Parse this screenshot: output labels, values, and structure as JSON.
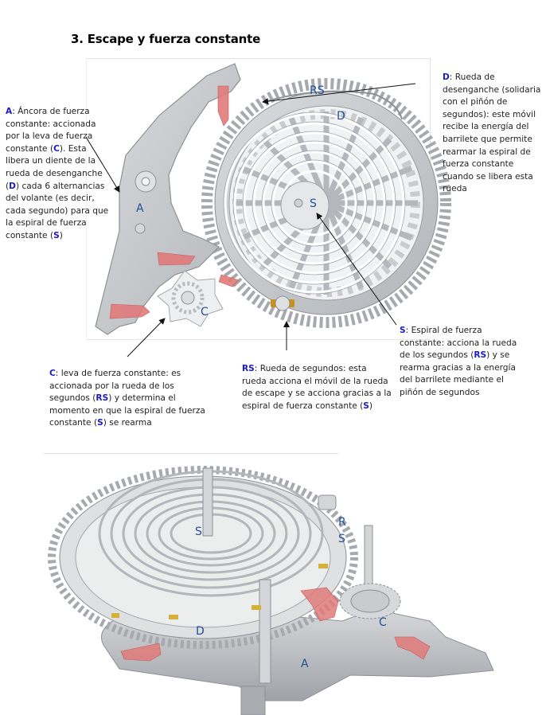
{
  "title": "3. Escape y fuerza constante",
  "diagram_labels": {
    "top": {
      "A": "A",
      "C": "C",
      "S": "S",
      "D": "D",
      "RS": "RS"
    },
    "bottom": {
      "S": "S",
      "R": "R",
      "S2": "S",
      "D": "D",
      "A": "A",
      "C": "C"
    }
  },
  "callouts": {
    "A": {
      "key": "A",
      "text_1": ": Áncora de fuerza constante: accionada por la leva de fuerza constante (",
      "ref_1": "C",
      "text_2": "). Esta libera un diente de la rueda de desenganche (",
      "ref_2": "D",
      "text_3": ") cada 6 alternancias del volante (es decir, cada segundo) para que la espiral de fuerza constante (",
      "ref_3": "S",
      "text_4": ")"
    },
    "D": {
      "key": "D",
      "text_1": ": Rueda de desenganche (solidaria con el piñón de segundos): este móvil recibe la energía del barrilete que permite rearmar la espiral de fuerza constante cuando se libera esta rueda"
    },
    "S": {
      "key": "S",
      "text_1": ": Espiral de fuerza constante: acciona la rueda de los segundos (",
      "ref_1": "RS",
      "text_2": ") y se rearma gracias a la energía del barrilete mediante el piñón de segundos"
    },
    "C": {
      "key": "C",
      "text_1": ": leva de fuerza constante: es accionada por la rueda de los segundos (",
      "ref_1": "RS",
      "text_2": ") y determina el momento en que la espiral de fuerza constante (",
      "ref_2": "S",
      "text_3": ") se rearma"
    },
    "RS": {
      "key": "RS",
      "text_1": ": Rueda de segundos: esta rueda acciona el móvil de la rueda de escape y se acciona gracias a la espiral de fuerza constante (",
      "ref_1": "S",
      "text_2": ")"
    }
  },
  "colors": {
    "key_blue": "#1a1acc",
    "label_blue": "#1f4e9a",
    "steel": "#c4c6ca",
    "steel_dark": "#8d9096",
    "pallet_red": "#e07a7a",
    "jewel_gold": "#c8901e"
  }
}
